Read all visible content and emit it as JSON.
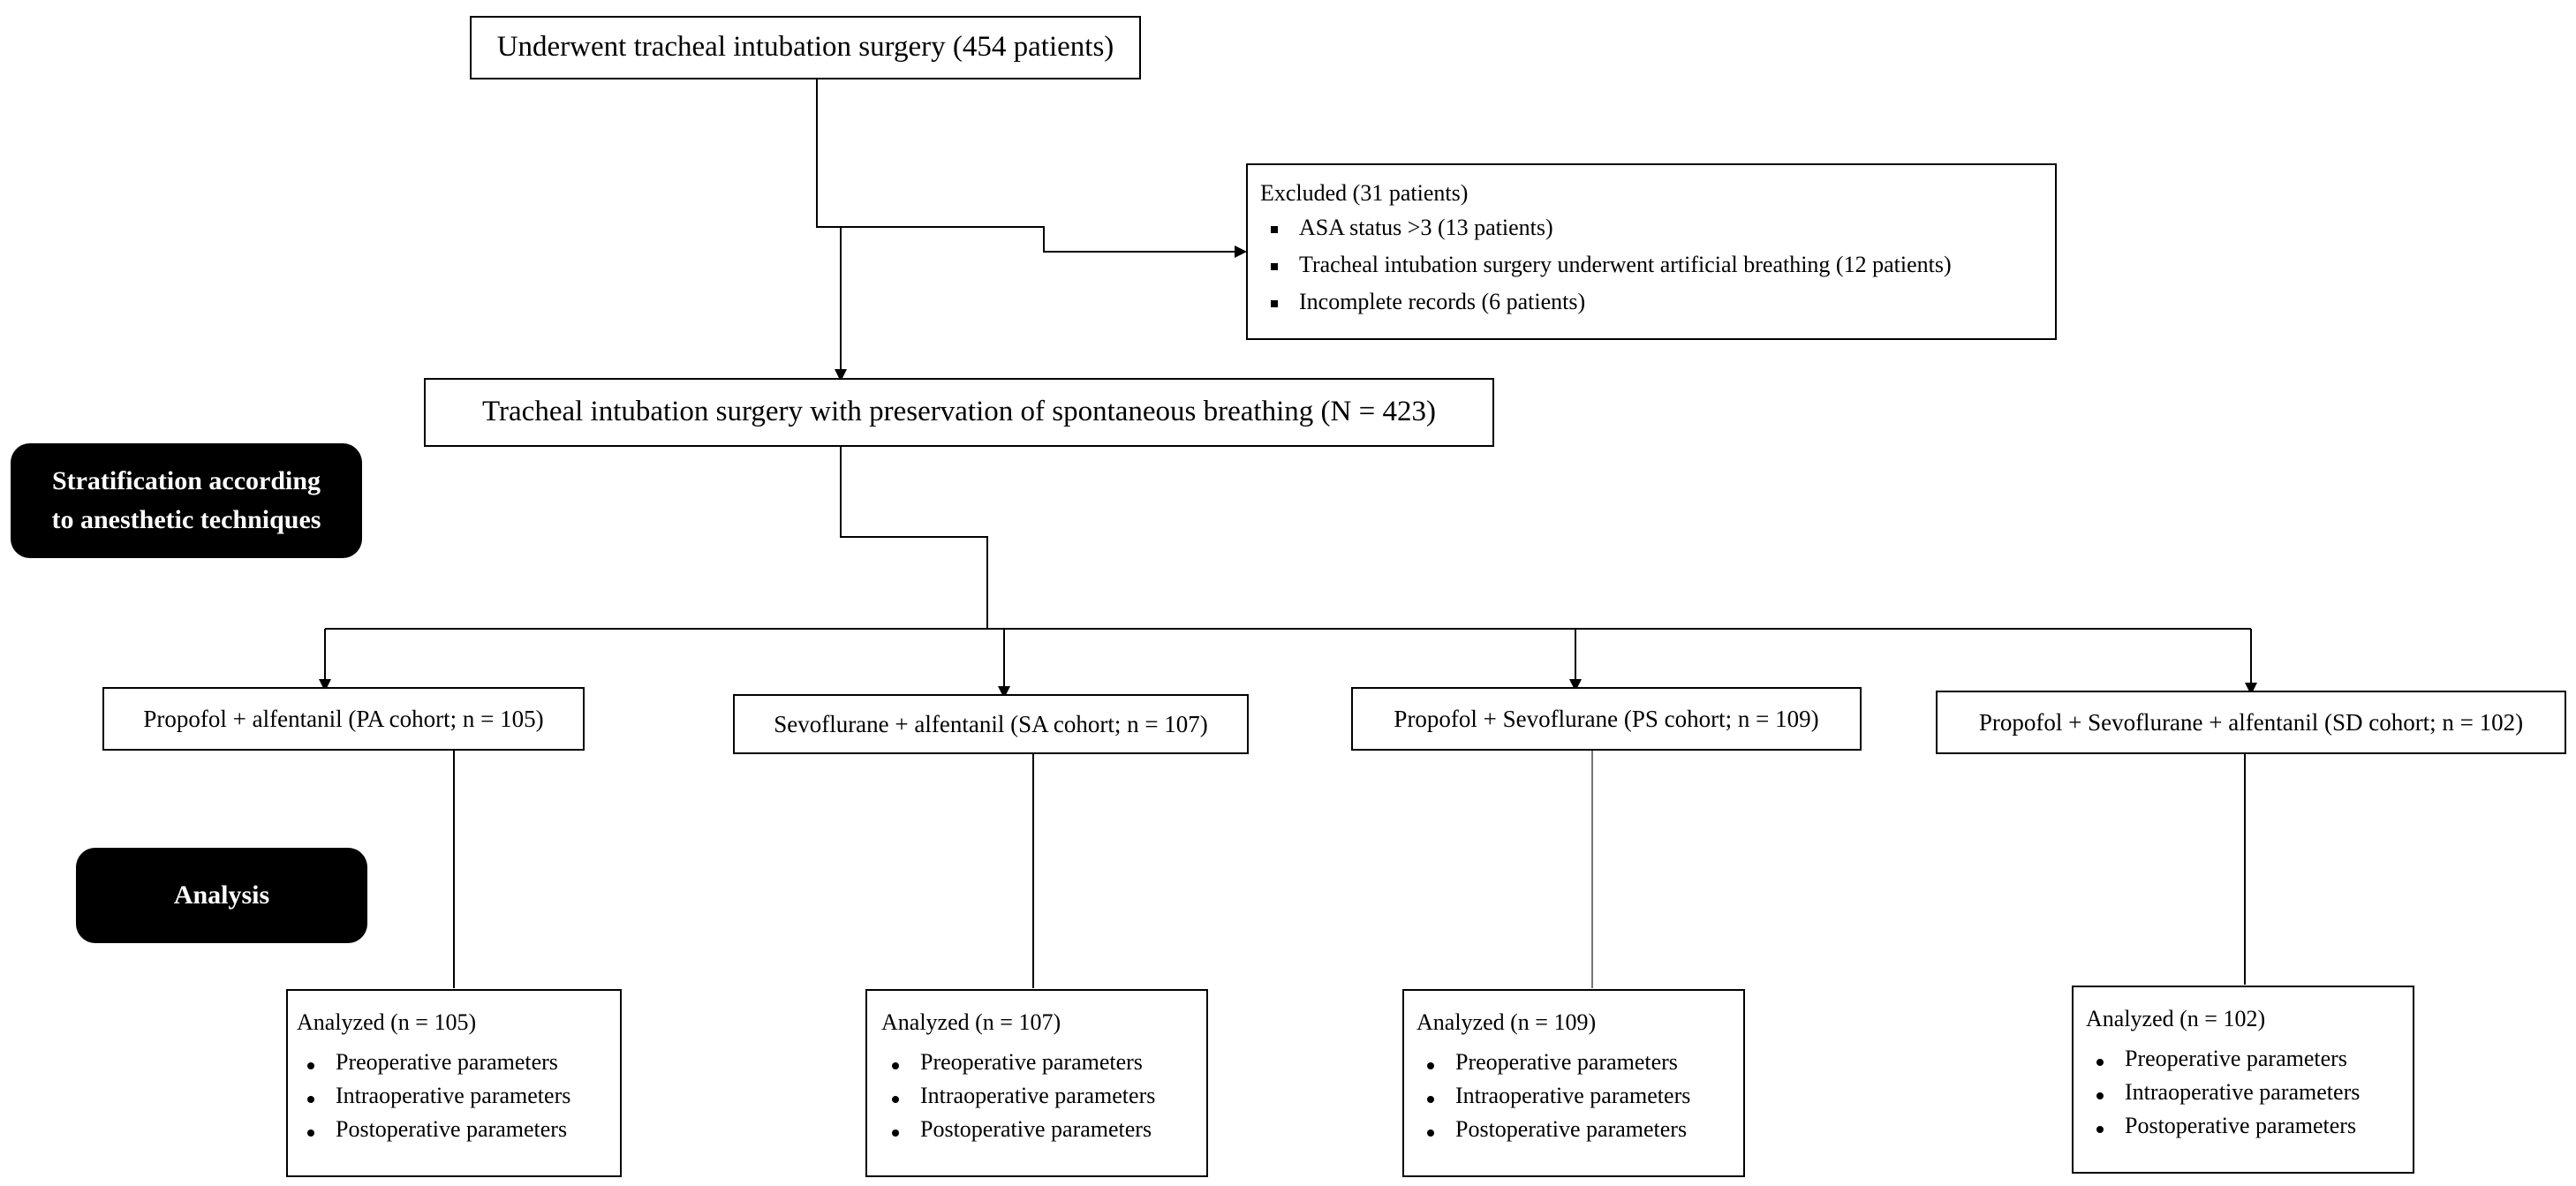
{
  "top_box": "Underwent tracheal intubation surgery (454 patients)",
  "excluded": {
    "title": "Excluded (31 patients)",
    "items": [
      "ASA status >3 (13 patients)",
      "Tracheal intubation surgery underwent artificial breathing (12 patients)",
      "Incomplete records (6 patients)"
    ]
  },
  "mid_box": "Tracheal intubation surgery with preservation of spontaneous breathing (N = 423)",
  "labels": {
    "stratification_line1": "Stratification according",
    "stratification_line2": "to anesthetic techniques",
    "analysis": "Analysis"
  },
  "cohorts": [
    {
      "label": "Propofol + alfentanil (PA cohort; n = 105)",
      "analyzed": "Analyzed (n = 105)"
    },
    {
      "label": "Sevoflurane + alfentanil (SA cohort; n = 107)",
      "analyzed": "Analyzed (n = 107)"
    },
    {
      "label": "Propofol + Sevoflurane (PS cohort; n = 109)",
      "analyzed": "Analyzed (n = 109)"
    },
    {
      "label": "Propofol + Sevoflurane + alfentanil (SD cohort; n = 102)",
      "analyzed": "Analyzed (n = 102)"
    }
  ],
  "analysis_items": [
    "Preoperative parameters",
    "Intraoperative parameters",
    "Postoperative parameters"
  ]
}
